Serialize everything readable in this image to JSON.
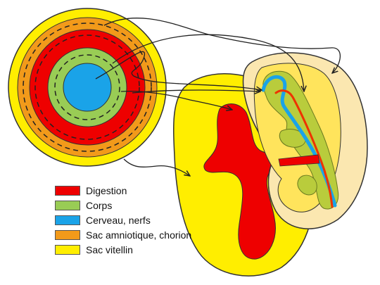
{
  "colors": {
    "digestion": "#ee0000",
    "corps": "#99cc55",
    "cerveau": "#1aa3e8",
    "sac_amniotique": "#f29a1a",
    "sac_vitellin": "#ffee00",
    "embryo_outer": "#fbe7b0",
    "embryo_mid": "#ffe45c",
    "outline": "#333333",
    "arrow": "#222222"
  },
  "legend": [
    {
      "key": "digestion",
      "label": "Digestion",
      "color": "#ee0000"
    },
    {
      "key": "corps",
      "label": "Corps",
      "color": "#99cc55"
    },
    {
      "key": "cerveau",
      "label": "Cerveau, nerfs",
      "color": "#1aa3e8"
    },
    {
      "key": "sac_amniotique",
      "label": "Sac amniotique, chorion",
      "color": "#f29a1a"
    },
    {
      "key": "sac_vitellin",
      "label": "Sac vitellin",
      "color": "#ffee00"
    }
  ]
}
